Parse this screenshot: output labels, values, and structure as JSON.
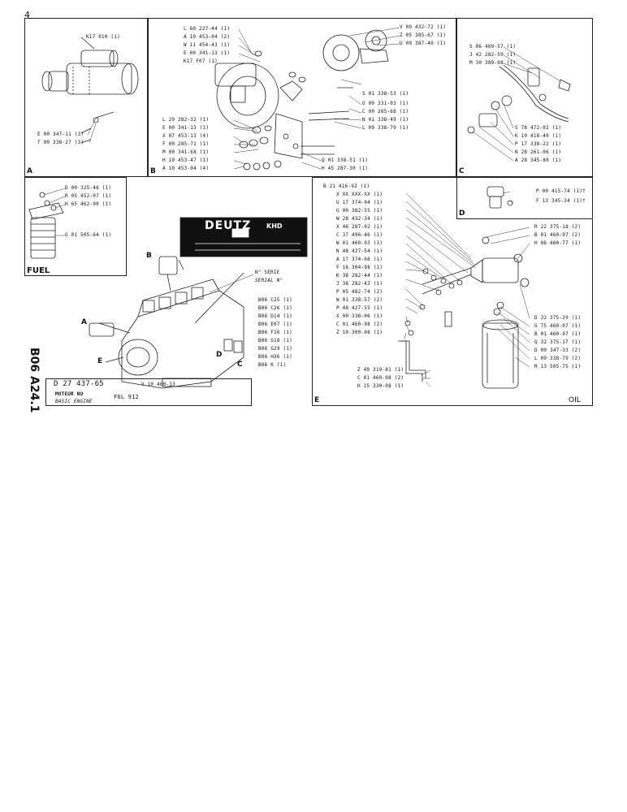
{
  "page": {
    "number": "4"
  },
  "panel_a": {
    "corner": "A",
    "callouts": [
      "K17 010 (1)",
      "E 00 347-11 (3)",
      "T 00 338-27 (3)"
    ]
  },
  "panel_b": {
    "corner": "B",
    "callouts_left": [
      "L 60 227-44 (1)",
      "A 10 453-04 (2)",
      "W 11 454-43 (1)",
      "E 00 341-13 (1)",
      "K17 F07 (1)",
      "L 29 282-32 (1)",
      "E 00 341-13 (1)",
      "X 07 453-13 (4)",
      "F 00 285-71 (1)",
      "M 00 341-68 (1)",
      "H 19 453-47 (1)",
      "A 10 453-04 (4)"
    ],
    "callouts_right": [
      "V 09 432-72 (1)",
      "Z 05 385-67 (1)",
      "U 09 387-40 (1)",
      "S 01 338-53 (1)",
      "O 00 331-03 (1)",
      "C 00 285-68 (1)",
      "N 01 338-49 (1)",
      "L 09 338-79 (1)",
      "Q 01 338-51 (1)",
      "H 45 287-30 (1)"
    ]
  },
  "panel_c": {
    "corner": "C",
    "callouts_top": [
      "S 06 409-57 (1)",
      "J 42 282-59 (1)",
      "M 30 389-08 (1)"
    ],
    "callouts_right": [
      "S 78 472-02 (1)",
      "K 10 418-40 (1)",
      "P 17 338-22 (1)",
      "N 28 261-06 (1)",
      "A 28 345-80 (1)"
    ]
  },
  "panel_d": {
    "corner": "D",
    "callouts": [
      "P 00 415-74 (1)†",
      "F 13 345-34 (1)†"
    ]
  },
  "panel_fuel": {
    "corner": "FUEL",
    "callouts": [
      "D 00 325-46 (1)",
      "R 05 452-07 (1)",
      "H 65 462-90 (1)",
      "G 01 505-64 (1)"
    ]
  },
  "panel_e": {
    "corner": "E",
    "oil": "OIL",
    "callouts_left": [
      "B 21 416-92 (1)",
      "X XX XXX-XX (1)",
      "U 17 374-94 (1)",
      "G 00 382-55 (1)",
      "W 28 432-34 (1)",
      "X 46 287-02 (1)",
      "C 37 496-46 (1)",
      "W 01 460-93 (1)",
      "N 48 427-54 (1)",
      "A 17 374-66 (1)",
      "F 16 304-98 (1)",
      "K 38 282-44 (1)",
      "J 38 282-43 (1)",
      "P 05 482-74 (2)",
      "W 01 338-57 (2)",
      "P 48 427-55 (1)",
      "X 00 338-06 (1)",
      "C 01 460-98 (2)",
      "Z 10 300-08 (1)",
      "Z 49 319-81 (1)",
      "C 01 460-98 (2)",
      "H 15 330-08 (1)"
    ],
    "callouts_right": [
      "R 22 375-18 (2)",
      "B 01 460-97 (2)",
      "H 06 460-77 (1)",
      "D 32 375-29 (1)",
      "G 75 460-07 (1)",
      "B 01 460-97 (1)",
      "Q 32 375-17 (1)",
      "D 00 347-33 (2)",
      "L 09 338-79 (2)",
      "R 13 505-75 (1)"
    ]
  },
  "engine": {
    "plate_brand": "DEUTZ",
    "plate_sub": "KHD",
    "serial_fr": "N° SERIE",
    "serial_en": "SERIAL N°",
    "letters": [
      "A",
      "B",
      "C",
      "D",
      "E"
    ],
    "refs": [
      "B06 C25 (1)",
      "B06 C26 (1)",
      "B06 D14 (1)",
      "B06 E07 (1)",
      "B06 F16 (1)",
      "B06 G18 (1)",
      "B06 G29 (1)",
      "B06 H36 (1)",
      "B06 K (1)"
    ]
  },
  "title_block": {
    "side_code": "B06 A24.1",
    "part_no": "D 27 437-65",
    "ref": "V 10 460-13",
    "title_fr": "MOTEUR NU",
    "title_en": "BASIC ENGINE",
    "model": "F6L 912"
  }
}
